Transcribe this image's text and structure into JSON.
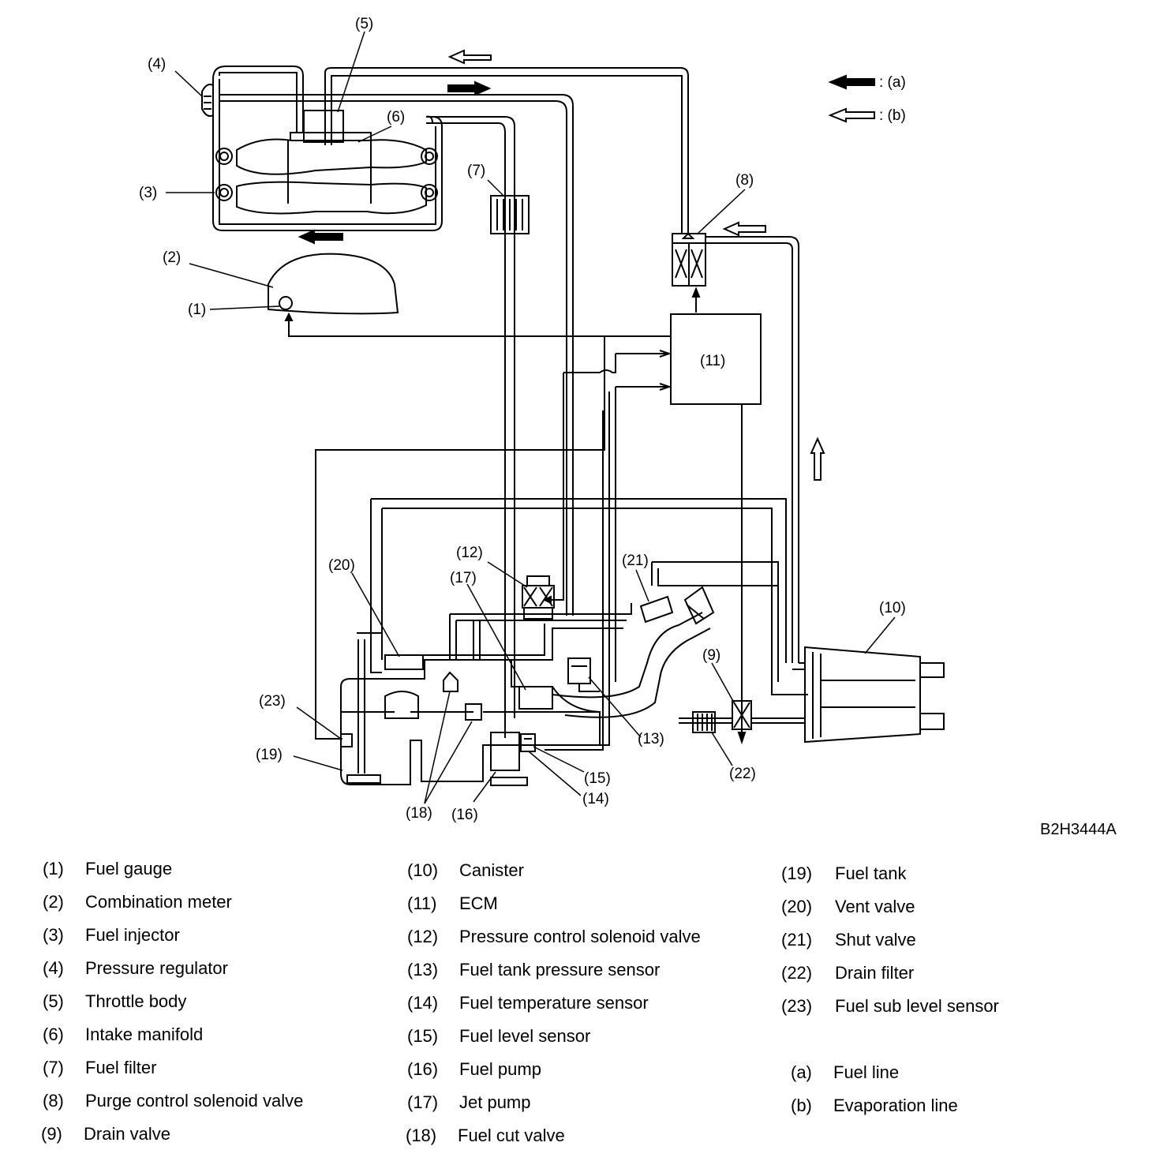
{
  "figure_code": "B2H3444A",
  "arrow_key": [
    {
      "label": ": (a)",
      "color": "#000000",
      "style": "filled"
    },
    {
      "label": ": (b)",
      "color": "#000000",
      "style": "hollow"
    }
  ],
  "callouts": [
    "(1)",
    "(2)",
    "(3)",
    "(4)",
    "(5)",
    "(6)",
    "(7)",
    "(8)",
    "(9)",
    "(10)",
    "(11)",
    "(12)",
    "(13)",
    "(14)",
    "(15)",
    "(16)",
    "(17)",
    "(18)",
    "(19)",
    "(20)",
    "(21)",
    "(22)",
    "(23)"
  ],
  "legend": {
    "col1": [
      {
        "num": "(1)",
        "text": "Fuel gauge"
      },
      {
        "num": "(2)",
        "text": "Combination meter"
      },
      {
        "num": "(3)",
        "text": "Fuel injector"
      },
      {
        "num": "(4)",
        "text": "Pressure regulator"
      },
      {
        "num": "(5)",
        "text": "Throttle body"
      },
      {
        "num": "(6)",
        "text": "Intake manifold"
      },
      {
        "num": "(7)",
        "text": "Fuel filter"
      },
      {
        "num": "(8)",
        "text": "Purge control solenoid valve"
      },
      {
        "num": "(9)",
        "text": "Drain valve"
      }
    ],
    "col2": [
      {
        "num": "(10)",
        "text": "Canister"
      },
      {
        "num": "(11)",
        "text": "ECM"
      },
      {
        "num": "(12)",
        "text": "Pressure control solenoid valve"
      },
      {
        "num": "(13)",
        "text": "Fuel tank pressure sensor"
      },
      {
        "num": "(14)",
        "text": "Fuel temperature sensor"
      },
      {
        "num": "(15)",
        "text": "Fuel level sensor"
      },
      {
        "num": "(16)",
        "text": "Fuel pump"
      },
      {
        "num": "(17)",
        "text": "Jet pump"
      },
      {
        "num": "(18)",
        "text": "Fuel cut valve"
      }
    ],
    "col3": [
      {
        "num": "(19)",
        "text": "Fuel tank"
      },
      {
        "num": "(20)",
        "text": "Vent valve"
      },
      {
        "num": "(21)",
        "text": "Shut valve"
      },
      {
        "num": "(22)",
        "text": "Drain filter"
      },
      {
        "num": "(23)",
        "text": "Fuel sub level sensor"
      }
    ],
    "col3_lines": [
      {
        "num": "(a)",
        "text": "Fuel line"
      },
      {
        "num": "(b)",
        "text": "Evaporation line"
      }
    ]
  }
}
